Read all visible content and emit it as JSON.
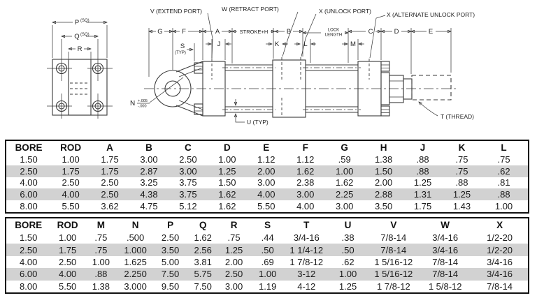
{
  "drawing": {
    "ports": {
      "extend": "V (EXTEND PORT)",
      "retract": "W (RETRACT PORT)",
      "unlock": "X (UNLOCK PORT)",
      "alt_unlock": "X (ALTERNATE UNLOCK PORT)"
    },
    "dims": {
      "p": "P",
      "q": "Q",
      "r": "R",
      "sq": "(SQ)",
      "g": "G",
      "f": "F",
      "a": "A",
      "stroke_h": "STROKE+H",
      "b": "B",
      "lock_line1": "LOCK",
      "lock_line2": "LENGTH",
      "c": "C",
      "d": "D",
      "e": "E",
      "j": "J",
      "k": "K",
      "l": "L",
      "m": "M",
      "s": "S",
      "typ": "(TYP)",
      "n": "N",
      "n_tol_plus": "+.005",
      "n_tol_minus": "-.000",
      "u": "U (TYP)",
      "t": "T (THREAD)"
    }
  },
  "table_top": {
    "headers": [
      "BORE",
      "ROD",
      "A",
      "B",
      "C",
      "D",
      "E",
      "F",
      "G",
      "H",
      "J",
      "K",
      "L"
    ],
    "rows": [
      [
        "1.50",
        "1.00",
        "1.75",
        "3.00",
        "2.50",
        "1.00",
        "1.12",
        "1.12",
        ".59",
        "1.38",
        ".88",
        ".75",
        ".75"
      ],
      [
        "2.50",
        "1.75",
        "1.75",
        "2.87",
        "3.00",
        "1.25",
        "2.00",
        "1.62",
        "1.00",
        "1.50",
        ".88",
        ".75",
        ".62"
      ],
      [
        "4.00",
        "2.50",
        "2.50",
        "3.25",
        "3.75",
        "1.50",
        "3.00",
        "2.38",
        "1.62",
        "2.00",
        "1.25",
        ".88",
        ".81"
      ],
      [
        "6.00",
        "4.00",
        "2.50",
        "4.38",
        "3.75",
        "1.62",
        "4.00",
        "3.00",
        "2.25",
        "2.88",
        "1.31",
        "1.25",
        ".88"
      ],
      [
        "8.00",
        "5.50",
        "3.62",
        "4.75",
        "5.12",
        "1.62",
        "5.50",
        "4.00",
        "3.00",
        "3.50",
        "1.75",
        "1.43",
        "1.00"
      ]
    ]
  },
  "table_bottom": {
    "headers": [
      "BORE",
      "ROD",
      "M",
      "N",
      "P",
      "Q",
      "R",
      "S",
      "T",
      "U",
      "V",
      "W",
      "X"
    ],
    "rows": [
      [
        "1.50",
        "1.00",
        ".75",
        ".500",
        "2.50",
        "1.62",
        ".75",
        ".44",
        "3/4-16",
        ".38",
        "7/8-14",
        "3/4-16",
        "1/2-20"
      ],
      [
        "2.50",
        "1.75",
        ".75",
        "1.000",
        "3.50",
        "2.56",
        "1.25",
        ".50",
        "1 1/4-12",
        ".50",
        "7/8-14",
        "3/4-16",
        "1/2-20"
      ],
      [
        "4.00",
        "2.50",
        "1.00",
        "1.625",
        "5.00",
        "3.81",
        "2.00",
        ".69",
        "1 7/8-12",
        ".62",
        "1 5/16-12",
        "7/8-14",
        "3/4-16"
      ],
      [
        "6.00",
        "4.00",
        ".88",
        "2.250",
        "7.50",
        "5.75",
        "2.50",
        "1.00",
        "3-12",
        "1.00",
        "1 5/16-12",
        "7/8-14",
        "3/4-16"
      ],
      [
        "8.00",
        "5.50",
        "1.38",
        "3.000",
        "9.50",
        "7.50",
        "3.00",
        "1.19",
        "4-12",
        "1.25",
        "1 7/8-12",
        "1 5/8-12",
        "7/8-14"
      ]
    ]
  },
  "colors": {
    "stripe": "#d2d2d2",
    "line": "#3a3a3a",
    "table_border": "#111111"
  }
}
